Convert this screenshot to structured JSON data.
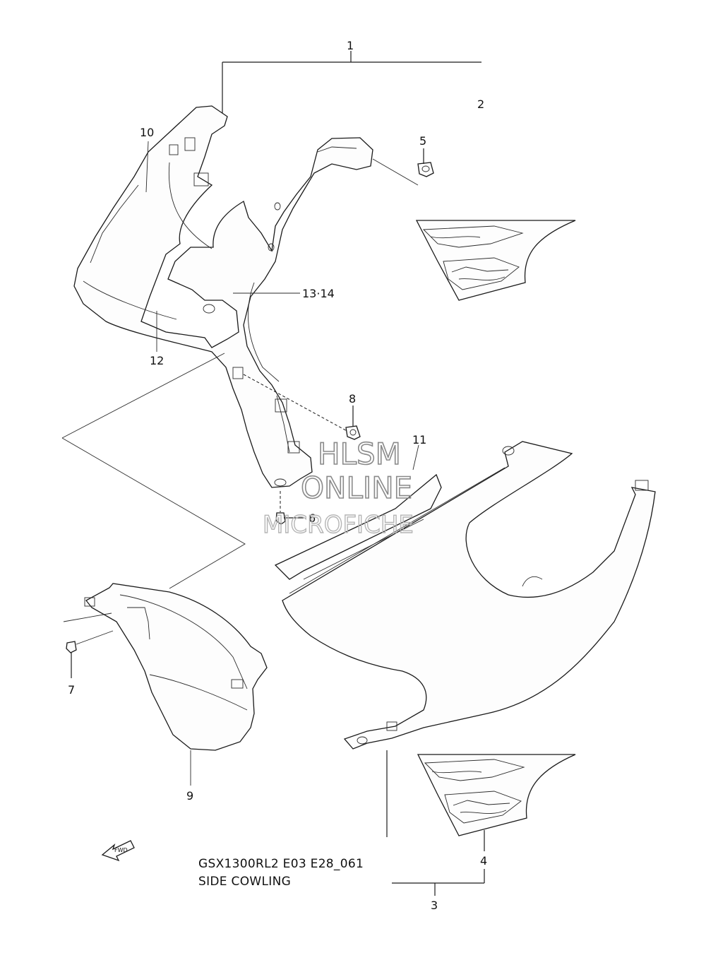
{
  "callouts": [
    {
      "id": "1",
      "label": "1"
    },
    {
      "id": "2",
      "label": "2"
    },
    {
      "id": "3",
      "label": "3"
    },
    {
      "id": "4",
      "label": "4"
    },
    {
      "id": "5",
      "label": "5"
    },
    {
      "id": "6",
      "label": "6"
    },
    {
      "id": "7",
      "label": "7"
    },
    {
      "id": "8",
      "label": "8"
    },
    {
      "id": "9",
      "label": "9"
    },
    {
      "id": "10",
      "label": "10"
    },
    {
      "id": "11",
      "label": "11"
    },
    {
      "id": "12",
      "label": "12"
    },
    {
      "id": "13-14",
      "label": "13·14"
    }
  ],
  "caption": {
    "model_code": "GSX1300RL2 E03 E28_061",
    "section": "SIDE COWLING"
  },
  "watermark": {
    "line1": "HLSM",
    "line2": "ONLINE",
    "line3": "MICROFICHE"
  },
  "arrow_label": "FWD"
}
